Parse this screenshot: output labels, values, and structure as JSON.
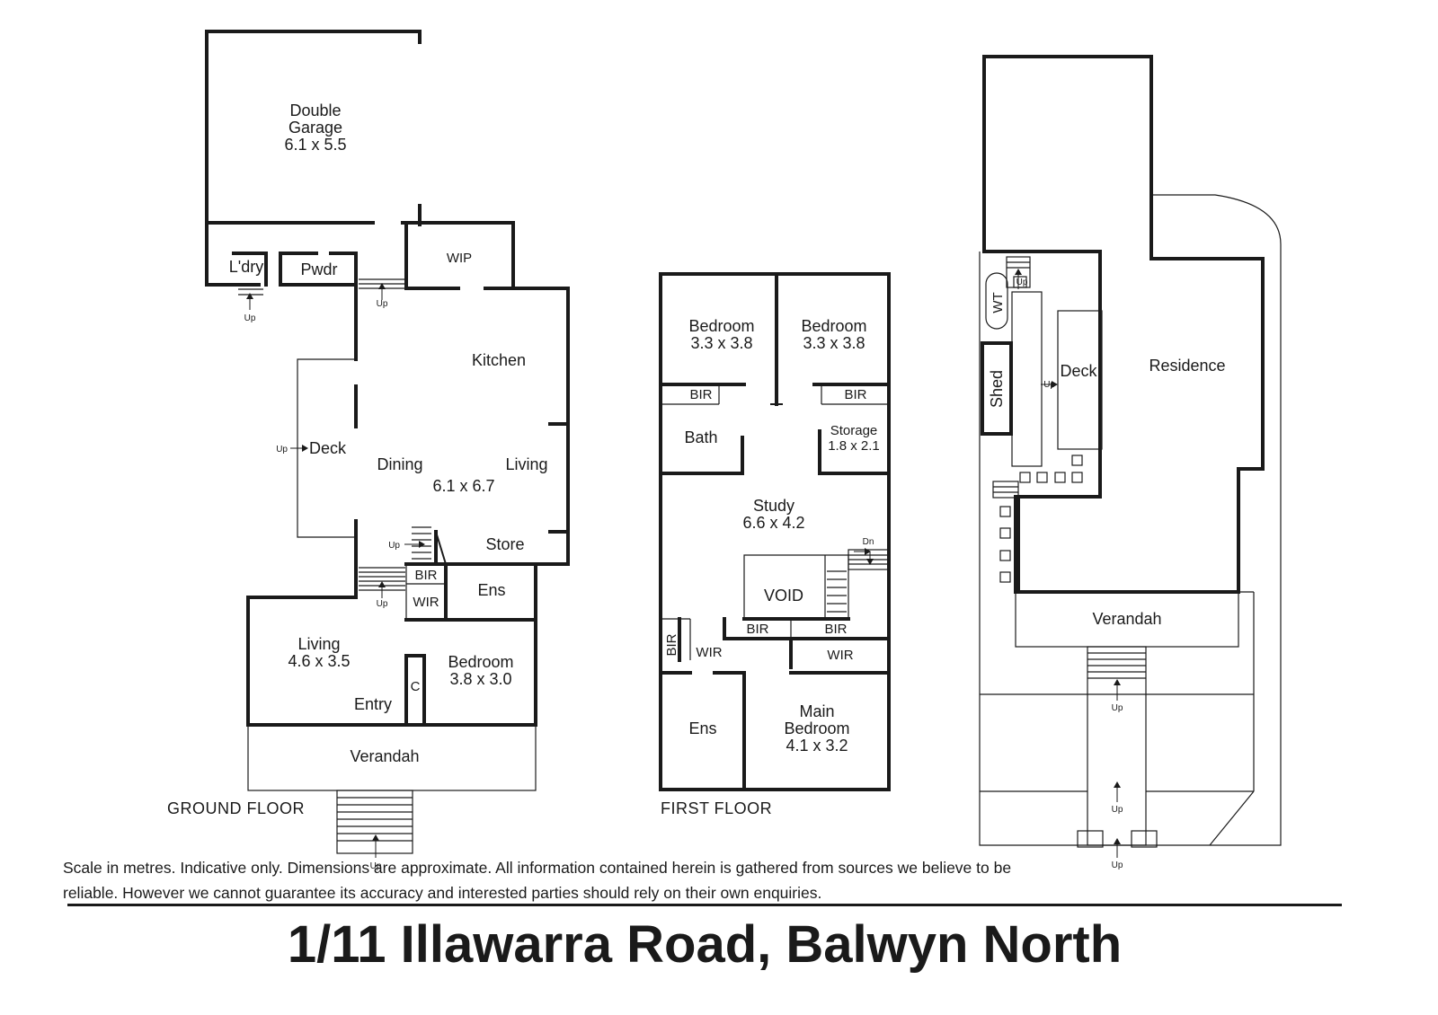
{
  "ground_floor": {
    "floor_label": "GROUND FLOOR",
    "garage": {
      "name_line1": "Double",
      "name_line2": "Garage",
      "dims": "6.1 x 5.5"
    },
    "laundry": "L'dry",
    "powder": "Pwdr",
    "wip": "WIP",
    "kitchen": "Kitchen",
    "deck": "Deck",
    "dining": "Dining",
    "living_main": "Living",
    "living_dims": "6.1 x 6.7",
    "store": "Store",
    "bir": "BIR",
    "wir": "WIR",
    "ens": "Ens",
    "living2": {
      "name": "Living",
      "dims": "4.6 x 3.5"
    },
    "bedroom": {
      "name": "Bedroom",
      "dims": "3.8 x 3.0"
    },
    "cupboard": "C",
    "entry": "Entry",
    "verandah": "Verandah",
    "up": "Up"
  },
  "first_floor": {
    "floor_label": "FIRST FLOOR",
    "bedroom1": {
      "name": "Bedroom",
      "dims": "3.3 x 3.8"
    },
    "bedroom2": {
      "name": "Bedroom",
      "dims": "3.3 x 3.8"
    },
    "bir": "BIR",
    "bath": "Bath",
    "storage": {
      "name": "Storage",
      "dims": "1.8 x 2.1"
    },
    "study": {
      "name": "Study",
      "dims": "6.6 x 4.2"
    },
    "down": "Dn",
    "void": "VOID",
    "wir": "WIR",
    "ens": "Ens",
    "main_bedroom": {
      "line1": "Main",
      "line2": "Bedroom",
      "dims": "4.1 x 3.2"
    }
  },
  "site_plan": {
    "wt": "WT",
    "shed": "Shed",
    "deck": "Deck",
    "residence": "Residence",
    "verandah": "Verandah",
    "up": "Up"
  },
  "disclaimer": "Scale in metres. Indicative only. Dimensions are approximate. All information contained herein is gathered from sources we believe to be reliable. However we cannot guarantee its accuracy and interested parties should rely on their own enquiries.",
  "address": "1/11 Illawarra Road, Balwyn North"
}
